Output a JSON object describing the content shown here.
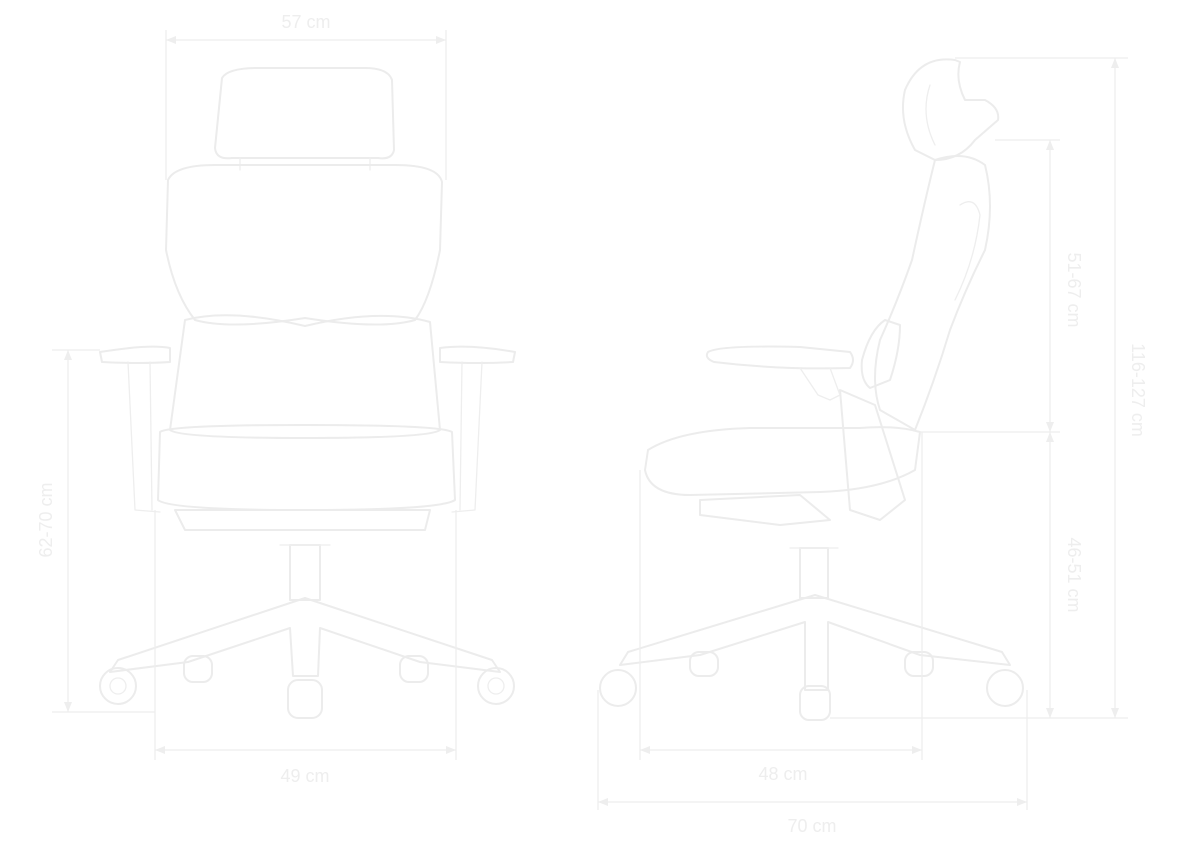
{
  "colors": {
    "background": "#ffffff",
    "line": "#ececec"
  },
  "dimensions": {
    "front_width_top": "57 cm",
    "front_base_width": "49 cm",
    "front_armrest_height": "62-70 cm",
    "side_back_height": "51-67 cm",
    "side_total_height": "116-127 cm",
    "side_seat_height": "46-51 cm",
    "side_seat_depth": "48 cm",
    "side_base_depth": "70 cm"
  }
}
